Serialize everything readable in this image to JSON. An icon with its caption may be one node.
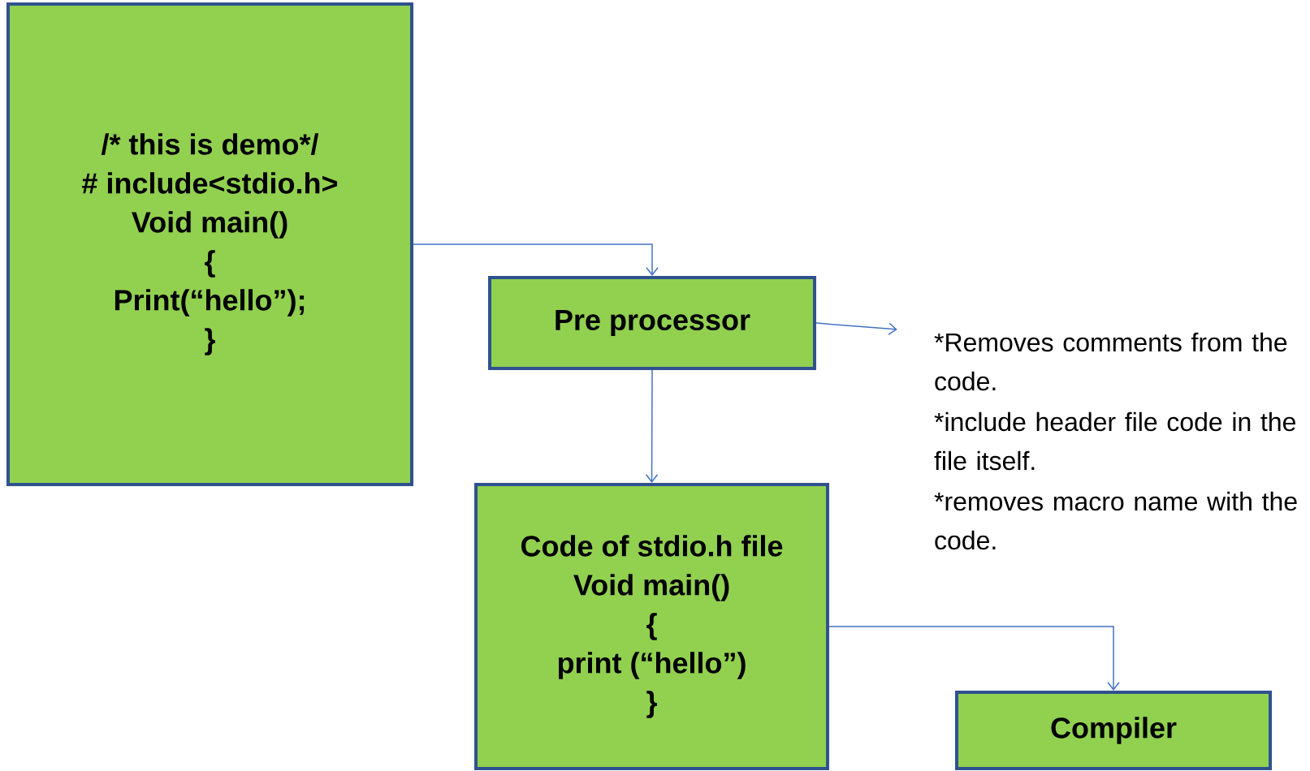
{
  "diagram": {
    "nodes": [
      {
        "text": [
          "/* this is demo*/",
          "# include<stdio.h>",
          "Void main()",
          "{",
          "Print(“hello”);",
          "}"
        ]
      },
      {
        "text": [
          "Pre processor"
        ]
      },
      {
        "text": [
          "*Removes comments from the code.",
          "*include header file code in the file itself.",
          "*removes macro name with the code."
        ]
      },
      {
        "text": [
          "Code of stdio.h file",
          "Void main()",
          "{",
          "print (“hello”)",
          "}"
        ]
      },
      {
        "text": [
          "Compiler"
        ]
      }
    ],
    "edges": [
      {
        "from": 0,
        "to": 1,
        "arrow": "to"
      },
      {
        "from": 1,
        "to": 2,
        "arrow": "to"
      },
      {
        "from": 1,
        "to": 3,
        "arrow": "to"
      },
      {
        "from": 3,
        "to": 4,
        "arrow": "to"
      }
    ]
  }
}
